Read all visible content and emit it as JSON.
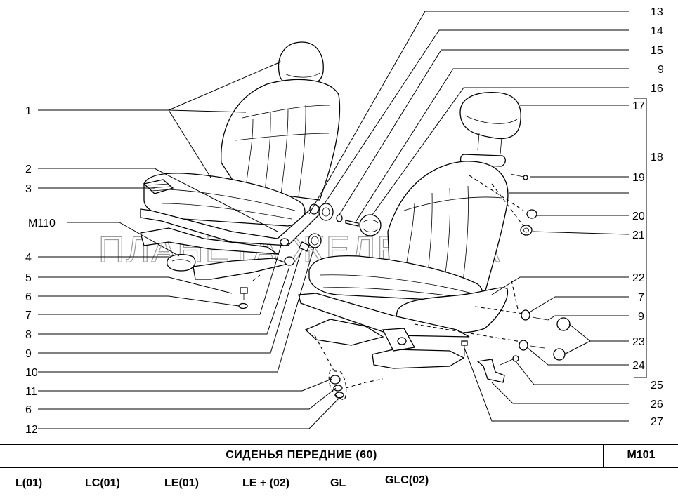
{
  "diagram": {
    "watermark": "ПЛАНЕТА ЖЕЛЕЗЯКА",
    "callouts_right": [
      "13",
      "14",
      "15",
      "9",
      "16",
      "17",
      "18",
      "19",
      "20",
      "21",
      "22",
      "7",
      "9",
      "23",
      "24",
      "25",
      "26",
      "27"
    ],
    "callouts_left": [
      "1",
      "2",
      "3",
      "M110",
      "4",
      "5",
      "6",
      "7",
      "8",
      "9",
      "10",
      "11",
      "6",
      "12"
    ]
  },
  "title_block": {
    "title": "СИДЕНЬЯ   ПЕРЕДНИЕ (60)",
    "code": "M101"
  },
  "variants": [
    "L(01)",
    "LC(01)",
    "LE(01)",
    "LE + (02)",
    "GL",
    "GLC(02)"
  ]
}
